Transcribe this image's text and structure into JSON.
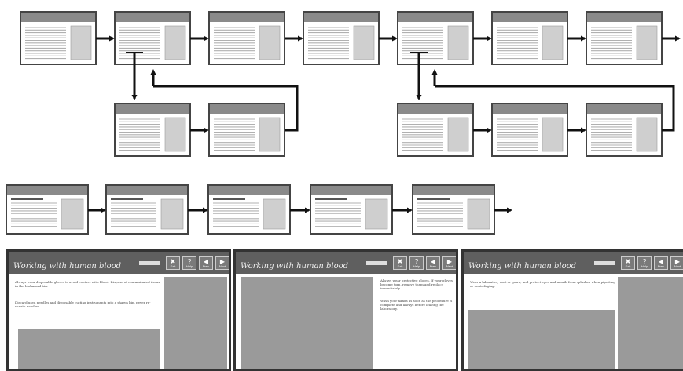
{
  "screens": [
    {
      "title": "Working with human blood",
      "buttons": [
        "Exit",
        "Help",
        "Prev",
        "Next"
      ],
      "paragraphs": [
        "Always wear disposable gloves to avoid contact with blood. Dispose of contaminated items in the biohazard bin.",
        "Discard used needles and disposable cutting instruments into a sharps bin, never re-sheath needles."
      ]
    },
    {
      "title": "Working with human blood",
      "buttons": [
        "Exit",
        "Help",
        "Prev",
        "Next"
      ],
      "paragraphs": [
        "Always wear protective gloves. If your gloves become torn, remove them and replace immediately.",
        "Wash your hands as soon as the procedure is complete and always before leaving the laboratory."
      ]
    },
    {
      "title": "Working with human blood",
      "buttons": [
        "Exit",
        "Help",
        "Prev",
        "Next"
      ],
      "paragraphs": [
        "Wear a laboratory coat or gown, and protect eyes and mouth from splashes when pipetting or centrifuging."
      ]
    }
  ],
  "colors": {
    "frame": "#444444",
    "header": "#8a8a8a",
    "panel": "#cfcfcf",
    "lines": "#b0b0b0",
    "arrow": "#111111"
  }
}
